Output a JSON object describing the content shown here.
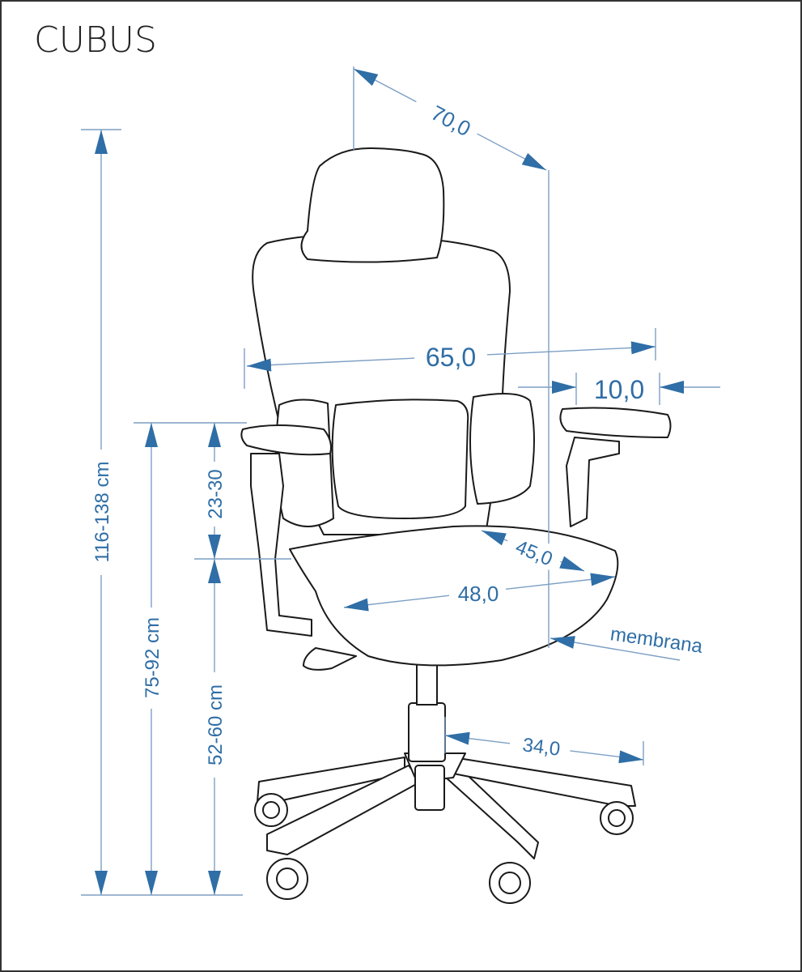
{
  "title": "CUBUS",
  "accent_color": "#2f6ea6",
  "dimensions": {
    "total_height": "116-138 cm",
    "armrest_height": "75-92 cm",
    "armrest_above_seat": "23-30",
    "seat_height": "52-60 cm",
    "depth": "70,0",
    "width": "65,0",
    "armrest_width": "10,0",
    "seat_depth": "45,0",
    "seat_width": "48,0",
    "seat_material": "membrana",
    "base_radius": "34,0"
  }
}
